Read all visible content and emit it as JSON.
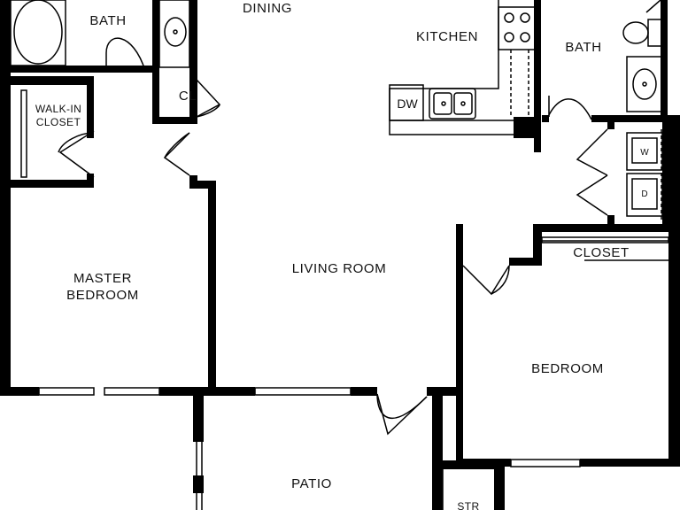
{
  "rooms": {
    "bath_top_left": "BATH",
    "dining": "DINING",
    "kitchen": "KITCHEN",
    "bath_top_right": "BATH",
    "closet_cl": "CL",
    "walk_in_line1": "WALK-IN",
    "walk_in_line2": "CLOSET",
    "master_line1": "MASTER",
    "master_line2": "BEDROOM",
    "living_room": "LIVING ROOM",
    "closet_bedroom": "CLOSET",
    "bedroom": "BEDROOM",
    "patio": "PATIO",
    "storage": "STR"
  },
  "appliances": {
    "dishwasher": "DW",
    "washer": "W",
    "dryer": "D"
  }
}
